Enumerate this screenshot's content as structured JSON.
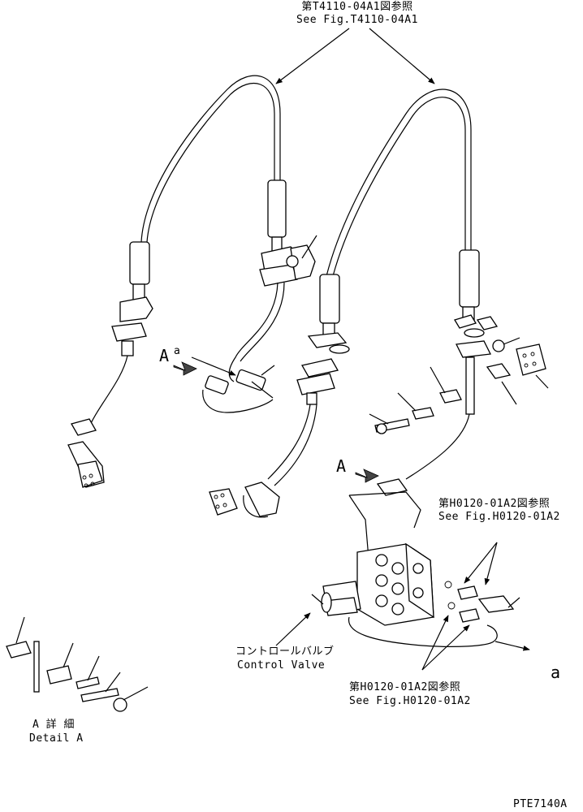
{
  "refs": {
    "top_jp": "第T4110-04A1図参照",
    "top_en": "See Fig.T4110-04A1",
    "right_upper_jp": "第H0120-01A2図参照",
    "right_upper_en": "See Fig.H0120-01A2",
    "right_lower_jp": "第H0120-01A2図参照",
    "right_lower_en": "See Fig.H0120-01A2"
  },
  "labels": {
    "control_valve_jp": "コントロールバルブ",
    "control_valve_en": "Control Valve",
    "detail_jp": "A 詳 細",
    "detail_en": "Detail A",
    "view_a_left": "A",
    "view_a_right": "A",
    "mark_a_left": "a",
    "mark_a_right": "a"
  },
  "footer": {
    "drawing_code": "PTE7140A"
  }
}
